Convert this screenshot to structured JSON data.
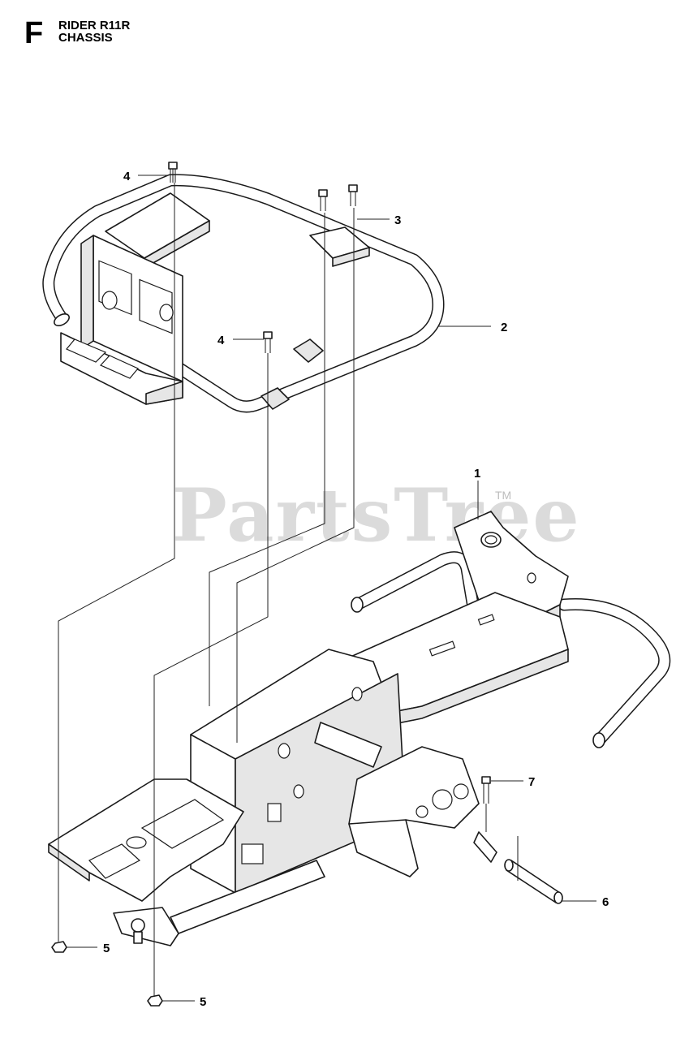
{
  "header": {
    "section_letter": "F",
    "model": "RIDER R11R",
    "assembly": "CHASSIS"
  },
  "watermark": {
    "text": "PartsTree",
    "mark": "TM"
  },
  "callouts": [
    {
      "id": "callout-4-top",
      "label": "4"
    },
    {
      "id": "callout-3",
      "label": "3"
    },
    {
      "id": "callout-2",
      "label": "2"
    },
    {
      "id": "callout-4-mid",
      "label": "4"
    },
    {
      "id": "callout-1",
      "label": "1"
    },
    {
      "id": "callout-7",
      "label": "7"
    },
    {
      "id": "callout-6",
      "label": "6"
    },
    {
      "id": "callout-5-left",
      "label": "5"
    },
    {
      "id": "callout-5-bottom",
      "label": "5"
    }
  ]
}
